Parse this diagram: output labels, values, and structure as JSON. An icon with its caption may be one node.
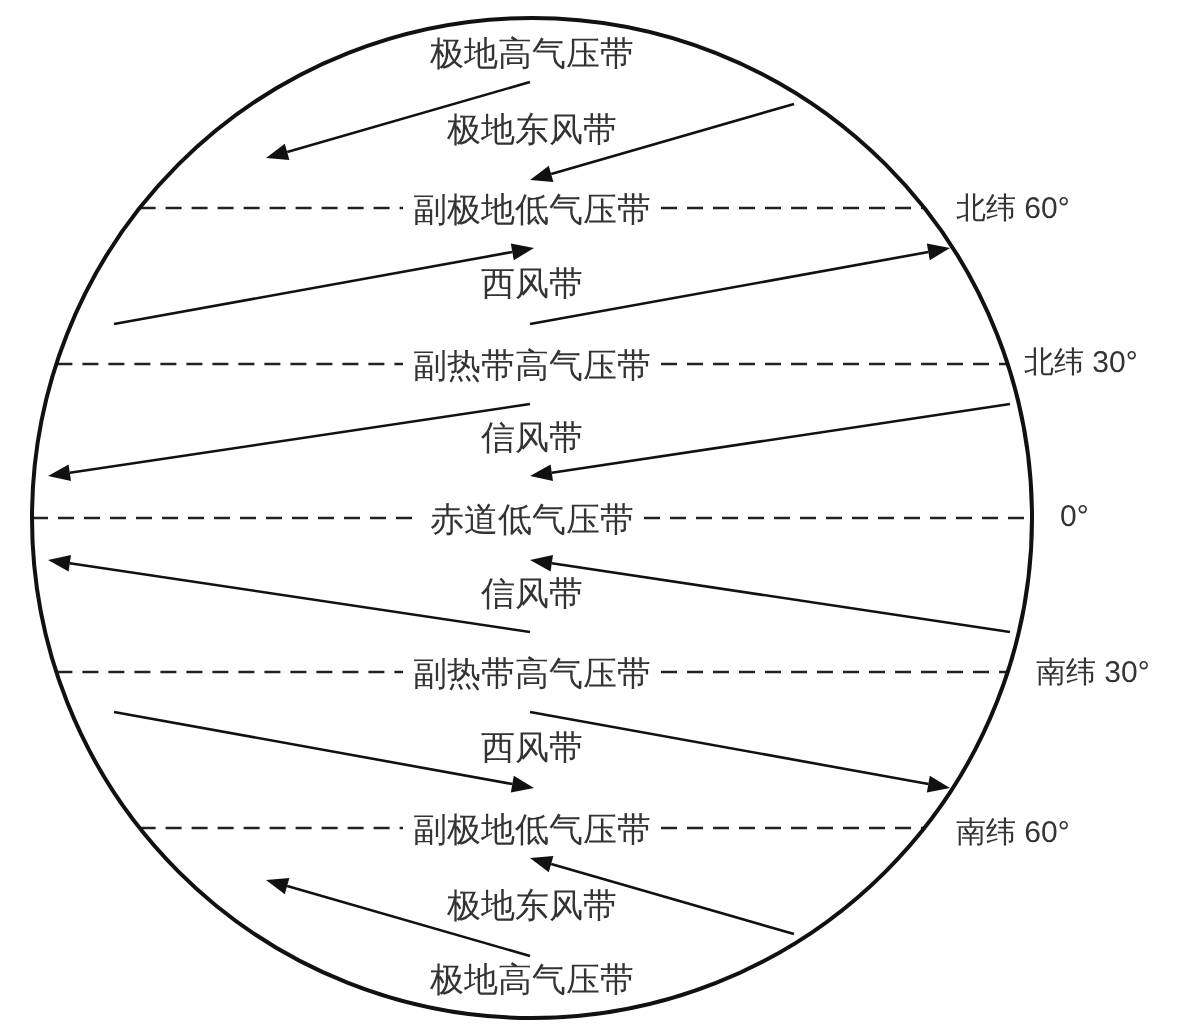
{
  "diagram": {
    "nodes": [
      {
        "text": [
          "极地高气压带",
          "极地东风带",
          "副极地低气压带",
          "西风带",
          "副热带高气压带",
          "信风带",
          "赤道低气压带",
          "信风带",
          "副热带高气压带",
          "西风带",
          "副极地低气压带",
          "极地东风带",
          "极地高气压带"
        ]
      }
    ],
    "labels": [
      "北纬 60°",
      "北纬 30°",
      "0°",
      "南纬 30°",
      "南纬 60°"
    ]
  }
}
